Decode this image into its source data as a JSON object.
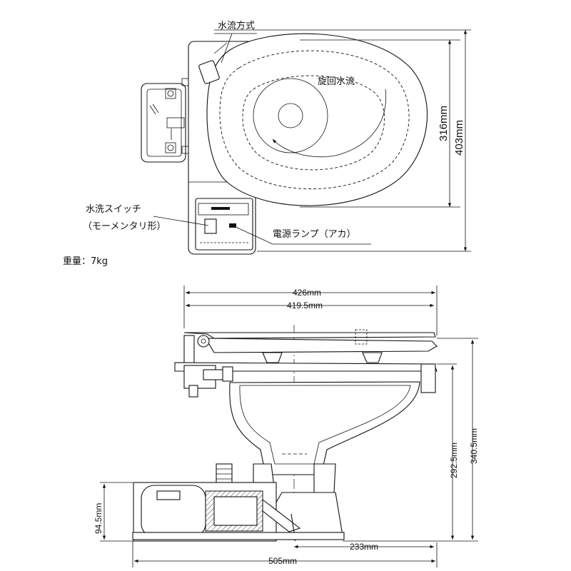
{
  "top_view": {
    "label_water_method": "水流方式",
    "label_swirl": "旋回水流",
    "label_flush_switch": "水洗スイッチ",
    "label_membrane": "（モーメンタリ形）",
    "label_power_lamp": "電源ランプ（アカ）",
    "dim_316": "316mm",
    "dim_403": "403mm"
  },
  "weight": "重量：7kg",
  "side_view": {
    "dim_426": "426mm",
    "dim_419_5": "419.5mm",
    "dim_292_5": "292.5mm",
    "dim_340_5": "340.5mm",
    "dim_94_5": "94.5mm",
    "dim_233": "233mm",
    "dim_505": "505mm"
  }
}
